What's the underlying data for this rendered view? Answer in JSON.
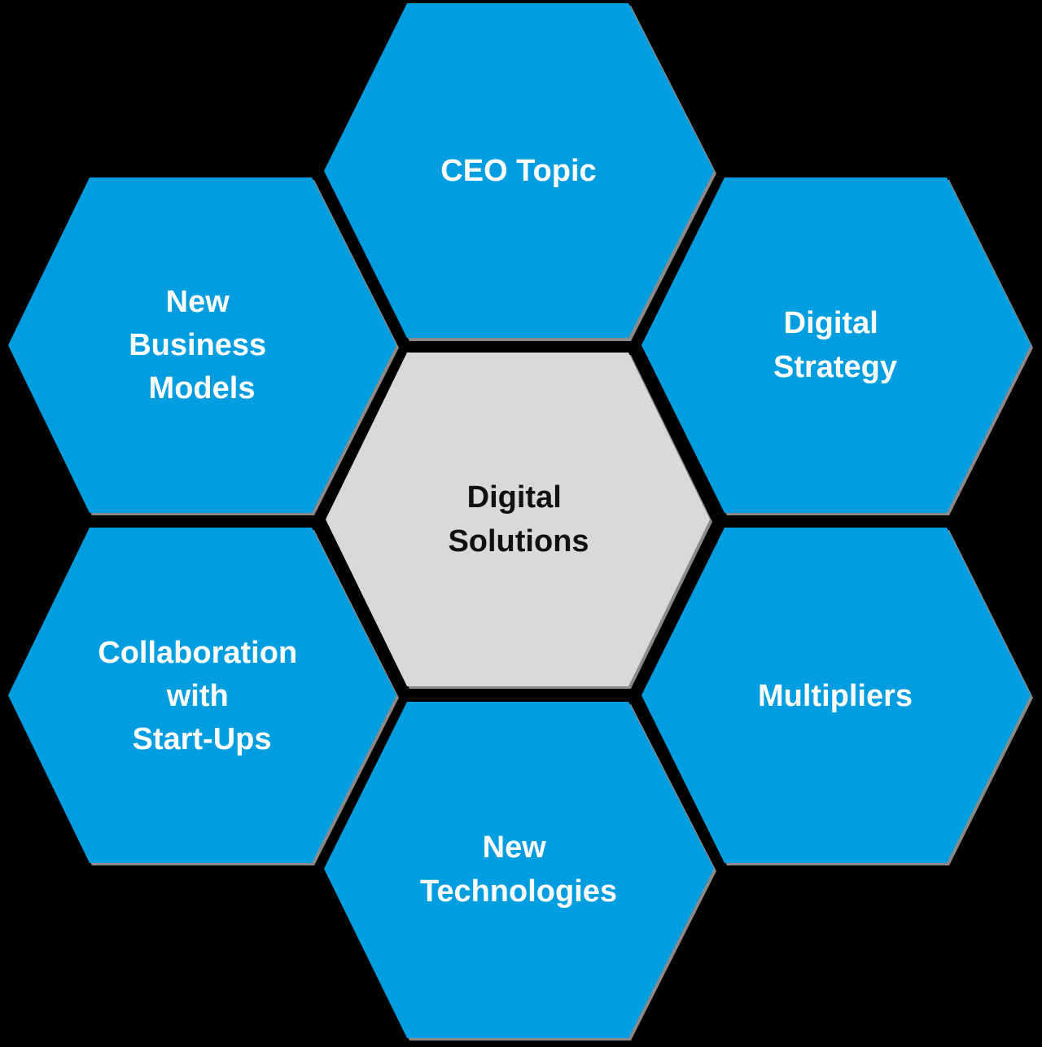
{
  "diagram": {
    "title": "Digital Solutions hexagon diagram",
    "colors": {
      "background": "#000000",
      "outer_fill": "#009EE0",
      "center_fill": "#D9D9D9",
      "shadow": "#8A8A8A",
      "outer_text": "#FFFFFF",
      "center_text": "#111111"
    },
    "center": {
      "id": "digital-solutions",
      "lines": [
        "Digital",
        "Solutions"
      ]
    },
    "hexagons": [
      {
        "id": "ceo-topic",
        "position": "top",
        "lines": [
          "CEO Topic"
        ]
      },
      {
        "id": "new-business-models",
        "position": "upper-left",
        "lines": [
          "New",
          "Business",
          "Models"
        ]
      },
      {
        "id": "digital-strategy",
        "position": "upper-right",
        "lines": [
          "Digital",
          "Strategy"
        ]
      },
      {
        "id": "collaboration-with-start-ups",
        "position": "lower-left",
        "lines": [
          "Collaboration",
          "with",
          "Start-Ups"
        ]
      },
      {
        "id": "multipliers",
        "position": "lower-right",
        "lines": [
          "Multipliers"
        ]
      },
      {
        "id": "new-technologies",
        "position": "bottom",
        "lines": [
          "New",
          "Technologies"
        ]
      }
    ]
  }
}
